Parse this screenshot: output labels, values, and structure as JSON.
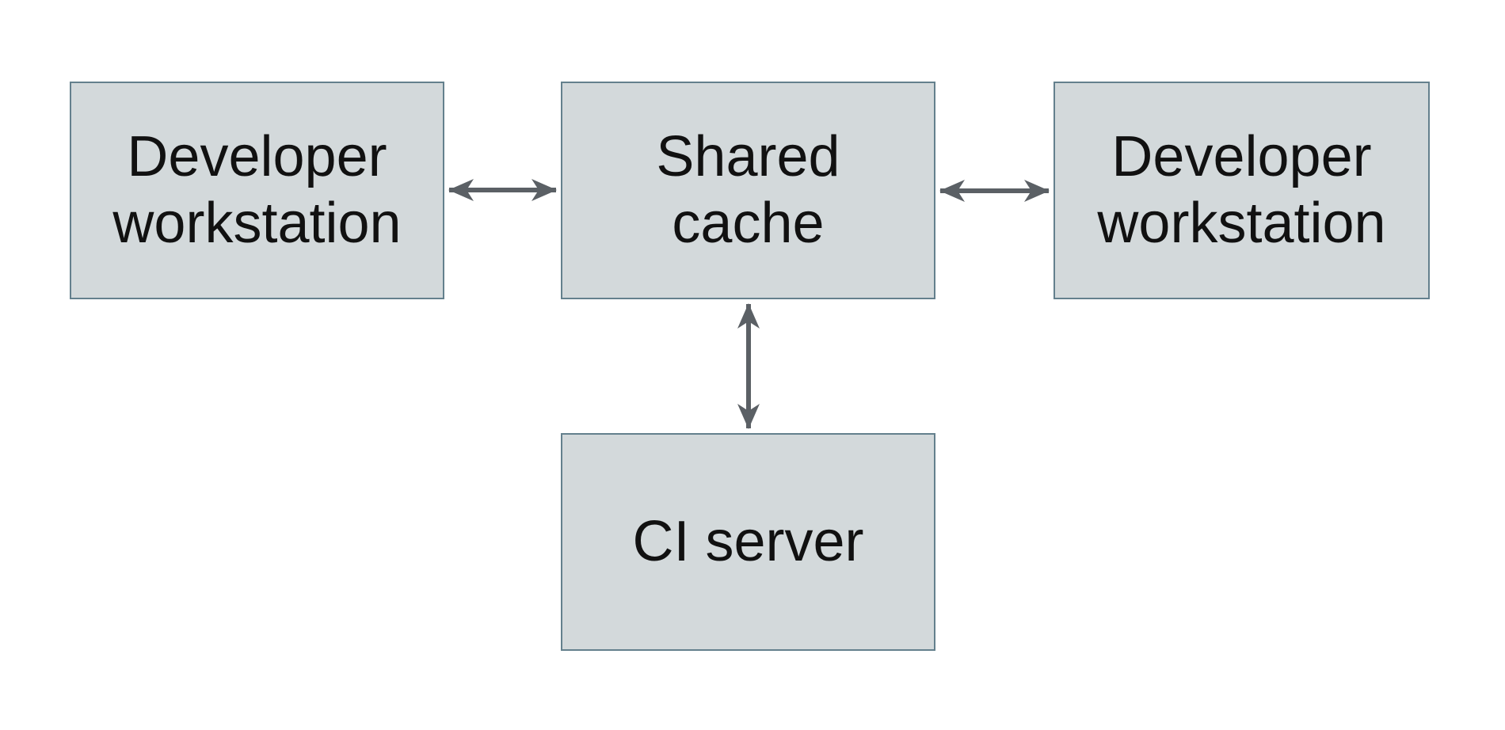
{
  "diagram": {
    "type": "architecture-diagram",
    "nodes": {
      "dev_left": {
        "label": "Developer\nworkstation"
      },
      "cache": {
        "label": "Shared\ncache"
      },
      "dev_right": {
        "label": "Developer\nworkstation"
      },
      "ci": {
        "label": "CI server"
      }
    },
    "edges": [
      {
        "from": "dev_left",
        "to": "cache",
        "direction": "bidirectional",
        "orientation": "horizontal"
      },
      {
        "from": "cache",
        "to": "dev_right",
        "direction": "bidirectional",
        "orientation": "horizontal"
      },
      {
        "from": "cache",
        "to": "ci",
        "direction": "bidirectional",
        "orientation": "vertical"
      }
    ],
    "colors": {
      "background": "#ffffff",
      "node_fill": "#d3d9db",
      "node_border": "#64808d",
      "arrow": "#5b6065",
      "text": "#111111"
    }
  }
}
